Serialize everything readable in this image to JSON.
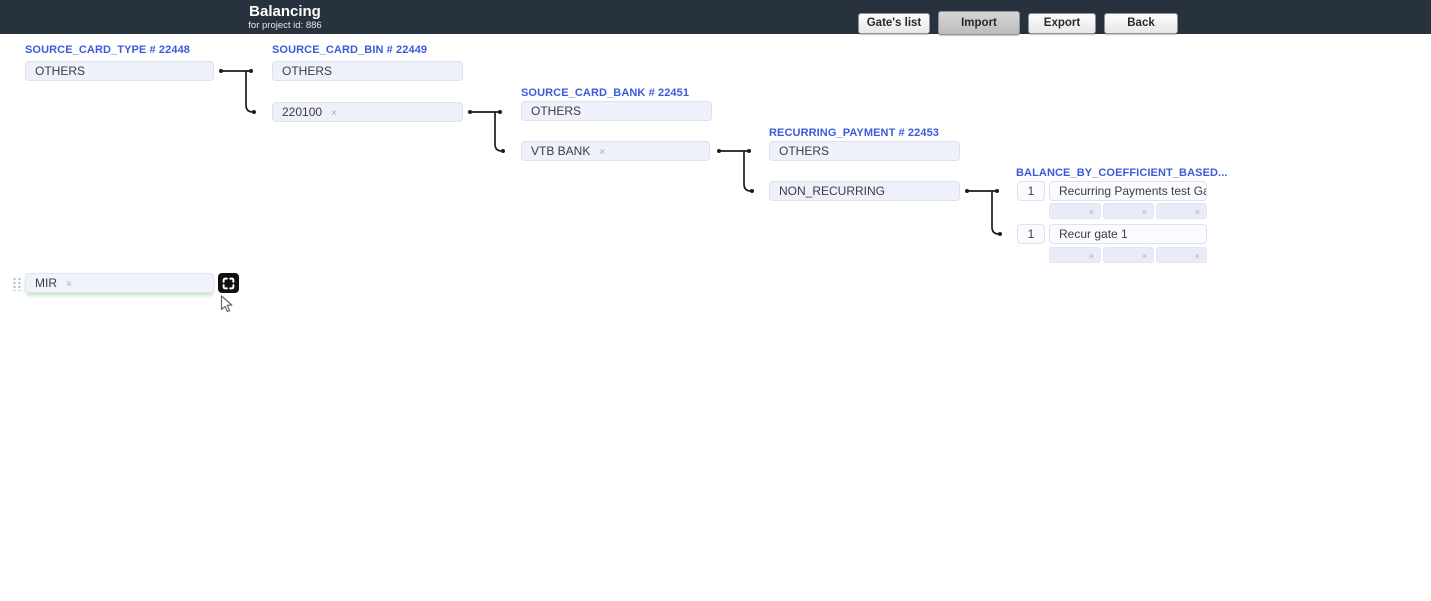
{
  "header": {
    "title": "Balancing",
    "subtitle": "for project id: 886",
    "bg_color": "#28323f",
    "buttons": [
      {
        "label": "Gate's list"
      },
      {
        "label": "Import"
      },
      {
        "label": "Export"
      },
      {
        "label": "Back"
      }
    ]
  },
  "accent_color": "#3d5bd8",
  "icons": {
    "remove_x": "×",
    "drag_handle": "dots-grid",
    "swap_button": "expand-corners"
  },
  "columns": [
    {
      "label": "SOURCE_CARD_TYPE # 22448",
      "boxes": [
        {
          "text": "OTHERS",
          "removable": false
        }
      ]
    },
    {
      "label": "SOURCE_CARD_BIN # 22449",
      "boxes": [
        {
          "text": "OTHERS",
          "removable": false
        },
        {
          "text": "220100",
          "removable": true
        }
      ]
    },
    {
      "label": "SOURCE_CARD_BANK # 22451",
      "boxes": [
        {
          "text": "OTHERS",
          "removable": false
        },
        {
          "text": "VTB BANK",
          "removable": true
        }
      ]
    },
    {
      "label": "RECURRING_PAYMENT # 22453",
      "boxes": [
        {
          "text": "OTHERS",
          "removable": false
        },
        {
          "text": "NON_RECURRING",
          "removable": false
        }
      ]
    }
  ],
  "gates": {
    "label": "BALANCE_BY_COEFFICIENT_BASED...",
    "rows": [
      {
        "coefficient": "1",
        "name": "Recurring Payments test Gate",
        "empty_slots": 3
      },
      {
        "coefficient": "1",
        "name": "Recur gate 1",
        "empty_slots": 3
      }
    ]
  },
  "palette": {
    "chip": {
      "text": "MIR",
      "removable": true
    }
  }
}
